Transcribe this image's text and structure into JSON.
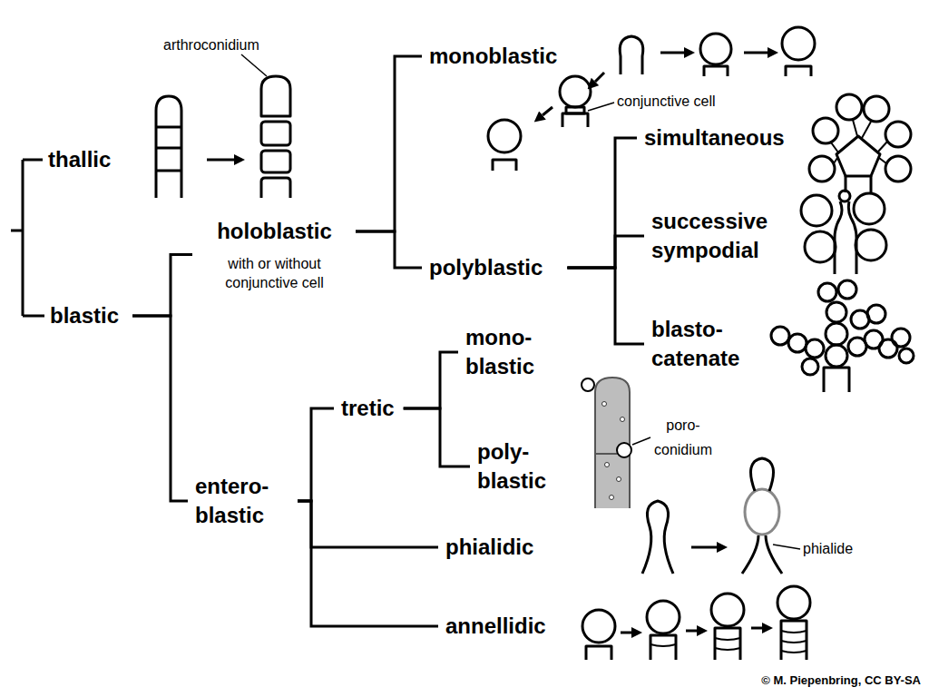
{
  "diagram": {
    "nodes": [
      {
        "text": [
          "thallic"
        ]
      },
      {
        "text": [
          "blastic"
        ]
      },
      {
        "text": [
          "holoblastic",
          "with or without conjunctive cell"
        ]
      },
      {
        "text": [
          "monoblastic"
        ]
      },
      {
        "text": [
          "polyblastic"
        ]
      },
      {
        "text": [
          "simultaneous"
        ]
      },
      {
        "text": [
          "successive sympodial"
        ]
      },
      {
        "text": [
          "blasto- catenate"
        ]
      },
      {
        "text": [
          "entero- blastic"
        ]
      },
      {
        "text": [
          "tretic"
        ]
      },
      {
        "text": [
          "mono- blastic"
        ]
      },
      {
        "text": [
          "poly- blastic"
        ]
      },
      {
        "text": [
          "phialidic"
        ]
      },
      {
        "text": [
          "annellidic"
        ]
      }
    ],
    "edges": [
      {
        "from": 1,
        "to": 2,
        "arrow": "none"
      },
      {
        "from": 1,
        "to": 8,
        "arrow": "none"
      },
      {
        "from": 2,
        "to": 3,
        "arrow": "none"
      },
      {
        "from": 2,
        "to": 4,
        "arrow": "none"
      },
      {
        "from": 4,
        "to": 5,
        "arrow": "none"
      },
      {
        "from": 4,
        "to": 6,
        "arrow": "none"
      },
      {
        "from": 4,
        "to": 7,
        "arrow": "none"
      },
      {
        "from": 8,
        "to": 9,
        "arrow": "none"
      },
      {
        "from": 8,
        "to": 12,
        "arrow": "none"
      },
      {
        "from": 8,
        "to": 13,
        "arrow": "none"
      },
      {
        "from": 9,
        "to": 10,
        "arrow": "none"
      },
      {
        "from": 9,
        "to": 11,
        "arrow": "none"
      }
    ],
    "labels": [
      "arthroconidium",
      "conjunctive cell",
      "poro- conidium",
      "phialide",
      "© M. Piepenbring, CC BY-SA"
    ]
  }
}
